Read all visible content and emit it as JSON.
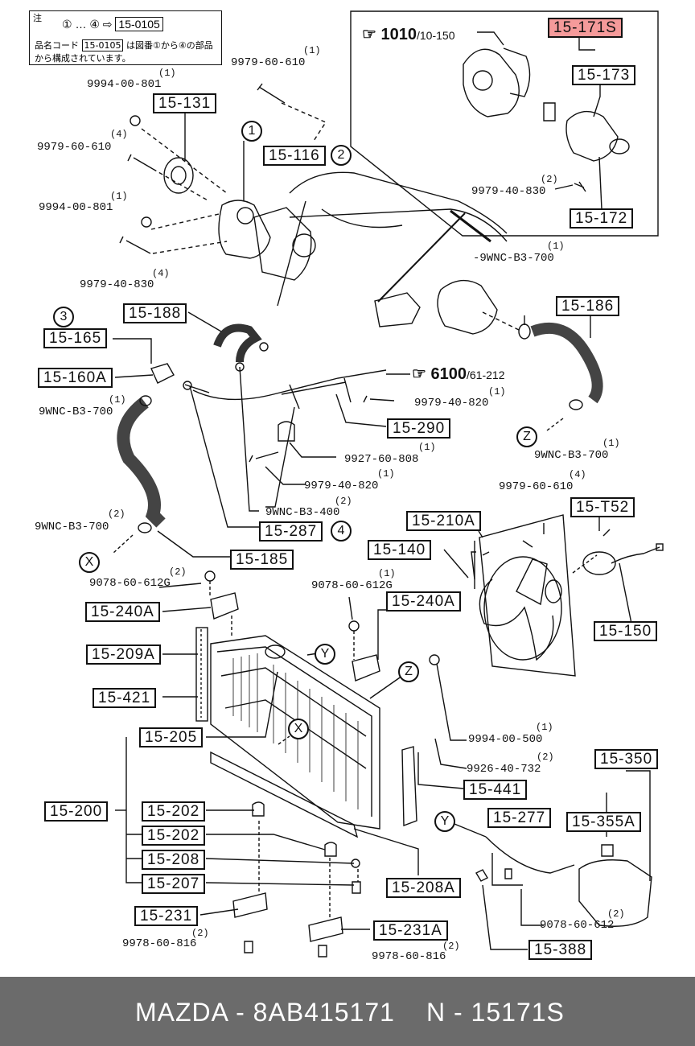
{
  "note": {
    "tag": "注",
    "line1": "① … ④ ⇨",
    "line1_code": "15-0105",
    "line2_pre": "品名コード",
    "line2_code": "15-0105",
    "line2_post": "は図番①から④の部品から構成されています。"
  },
  "refs": {
    "r1010": "1010",
    "r1010_sub": "/10-150",
    "r6100": "6100",
    "r6100_sub": "/61-212"
  },
  "boxes": {
    "b15171s": "15-171S",
    "b15173": "15-173",
    "b15172": "15-172",
    "b15131": "15-131",
    "b15116": "15-116",
    "b15188": "15-188",
    "b15165": "15-165",
    "b15160a": "15-160A",
    "b15186": "15-186",
    "b15290": "15-290",
    "b15287": "15-287",
    "b15185": "15-185",
    "b15210a": "15-210A",
    "b15t52": "15-T52",
    "b15140": "15-140",
    "b15150": "15-150",
    "b15240a_l": "15-240A",
    "b15240a_r": "15-240A",
    "b15209a": "15-209A",
    "b15421": "15-421",
    "b15205": "15-205",
    "b15200": "15-200",
    "b15202_a": "15-202",
    "b15202_b": "15-202",
    "b15208": "15-208",
    "b15207": "15-207",
    "b15231": "15-231",
    "b15231a": "15-231A",
    "b15208a": "15-208A",
    "b15441": "15-441",
    "b15277": "15-277",
    "b15350": "15-350",
    "b15355a": "15-355A",
    "b15388": "15-388"
  },
  "labels": {
    "p9979_60_610_top": "9979-60-610",
    "p9994_00_801_top": "9994-00-801",
    "p9979_60_610_left": "9979-60-610",
    "p9994_00_801_left": "9994-00-801",
    "p9979_40_830_left": "9979-40-830",
    "p9979_40_830_right": "9979-40-830",
    "p9wnc_b3_700_top": "-9WNC-B3-700",
    "p9wnc_b3_700_left": "9WNC-B3-700",
    "p9979_40_820_a": "9979-40-820",
    "p9927_60_808": "9927-60-808",
    "p9979_40_820_b": "9979-40-820",
    "p9wnc_b3_700_right": "9WNC-B3-700",
    "p9wnc_b3_400": "9WNC-B3-400",
    "p9wnc_b3_700_lower": "9WNC-B3-700",
    "p9979_60_610_fan": "9979-60-610",
    "p9078_60_612g_l": "9078-60-612G",
    "p9078_60_612g_r": "9078-60-612G",
    "p9994_00_500": "9994-00-500",
    "p9926_40_732": "9926-40-732",
    "p9078_60_612": "9078-60-612",
    "p9978_60_816_l": "9978-60-816",
    "p9978_60_816_r": "9978-60-816"
  },
  "qty": {
    "q1": "(1)",
    "q2": "(1)",
    "q3": "(4)",
    "q4": "(1)",
    "q5": "(4)",
    "q6": "(2)",
    "q7": "(1)",
    "q8": "(1)",
    "q9": "(1)",
    "q10": "(1)",
    "q11": "(1)",
    "q12": "(2)",
    "q13": "(1)",
    "q14": "(2)",
    "q15": "(4)",
    "q16": "(2)",
    "q17": "(1)",
    "q18": "(1)",
    "q19": "(2)",
    "q20": "(2)",
    "q21": "(2)",
    "q22": "(2)"
  },
  "circles": {
    "c1": "1",
    "c2": "2",
    "c3": "3",
    "c4": "4",
    "cz1": "Z",
    "cx1": "X",
    "cy1": "Y",
    "cx2": "X",
    "cz2": "Z",
    "cy2": "Y"
  },
  "footer": {
    "left": "MAZDA - 8AB415171",
    "right": "N - 15171S"
  },
  "colors": {
    "highlight": "#f59a9a",
    "footer_bg": "#6b6b6b"
  }
}
